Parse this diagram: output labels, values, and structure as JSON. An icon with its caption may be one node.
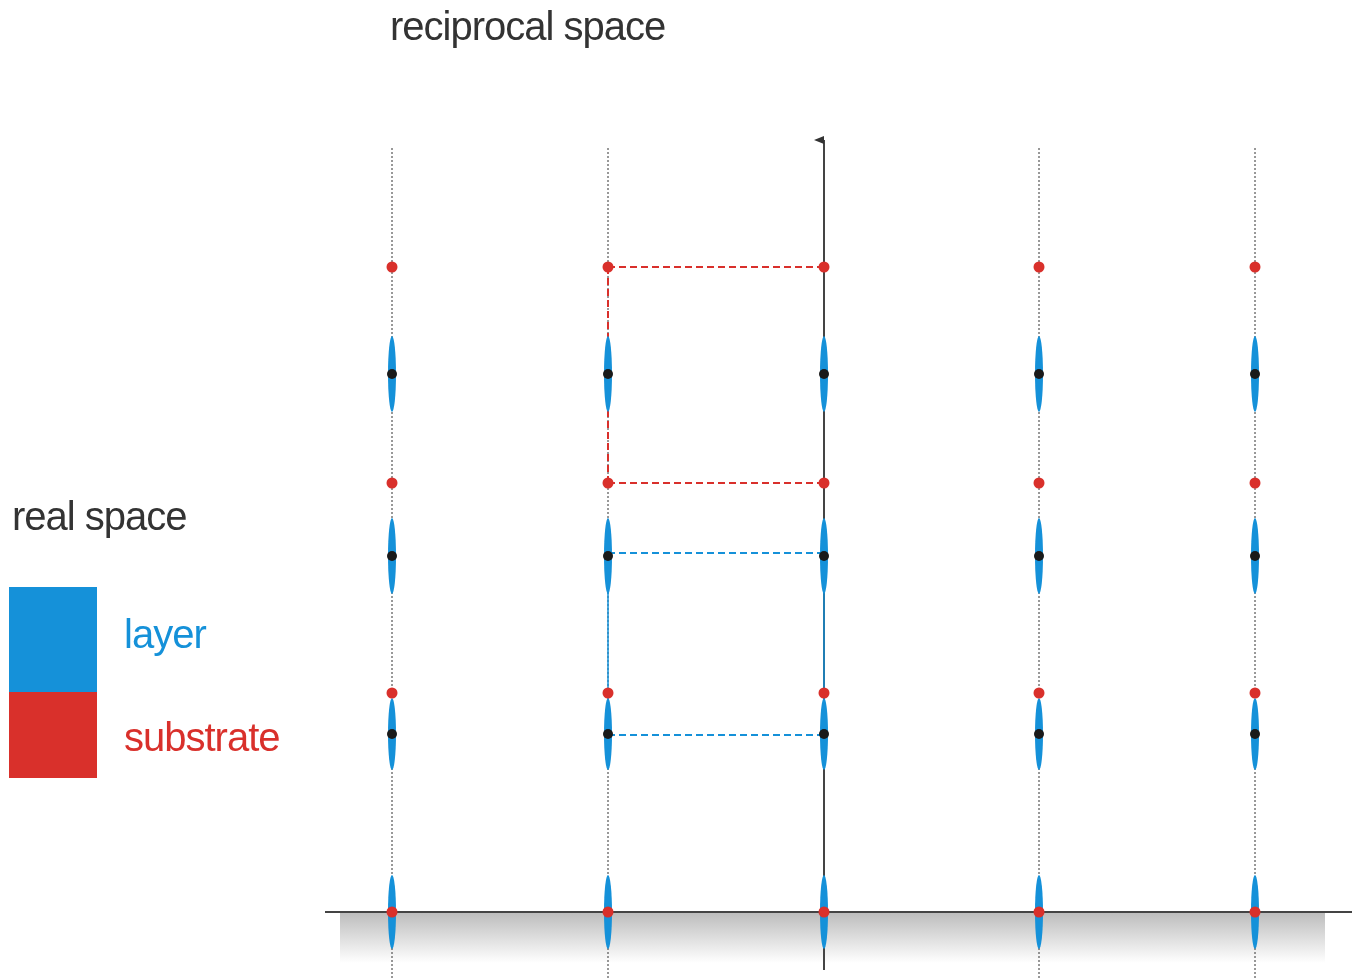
{
  "diagram": {
    "title": "reciprocal space",
    "labels": [
      "real space"
    ],
    "legend": [
      {
        "text": "layer",
        "color": "#1591d9"
      },
      {
        "text": "substrate",
        "color": "#d9302b"
      }
    ]
  }
}
